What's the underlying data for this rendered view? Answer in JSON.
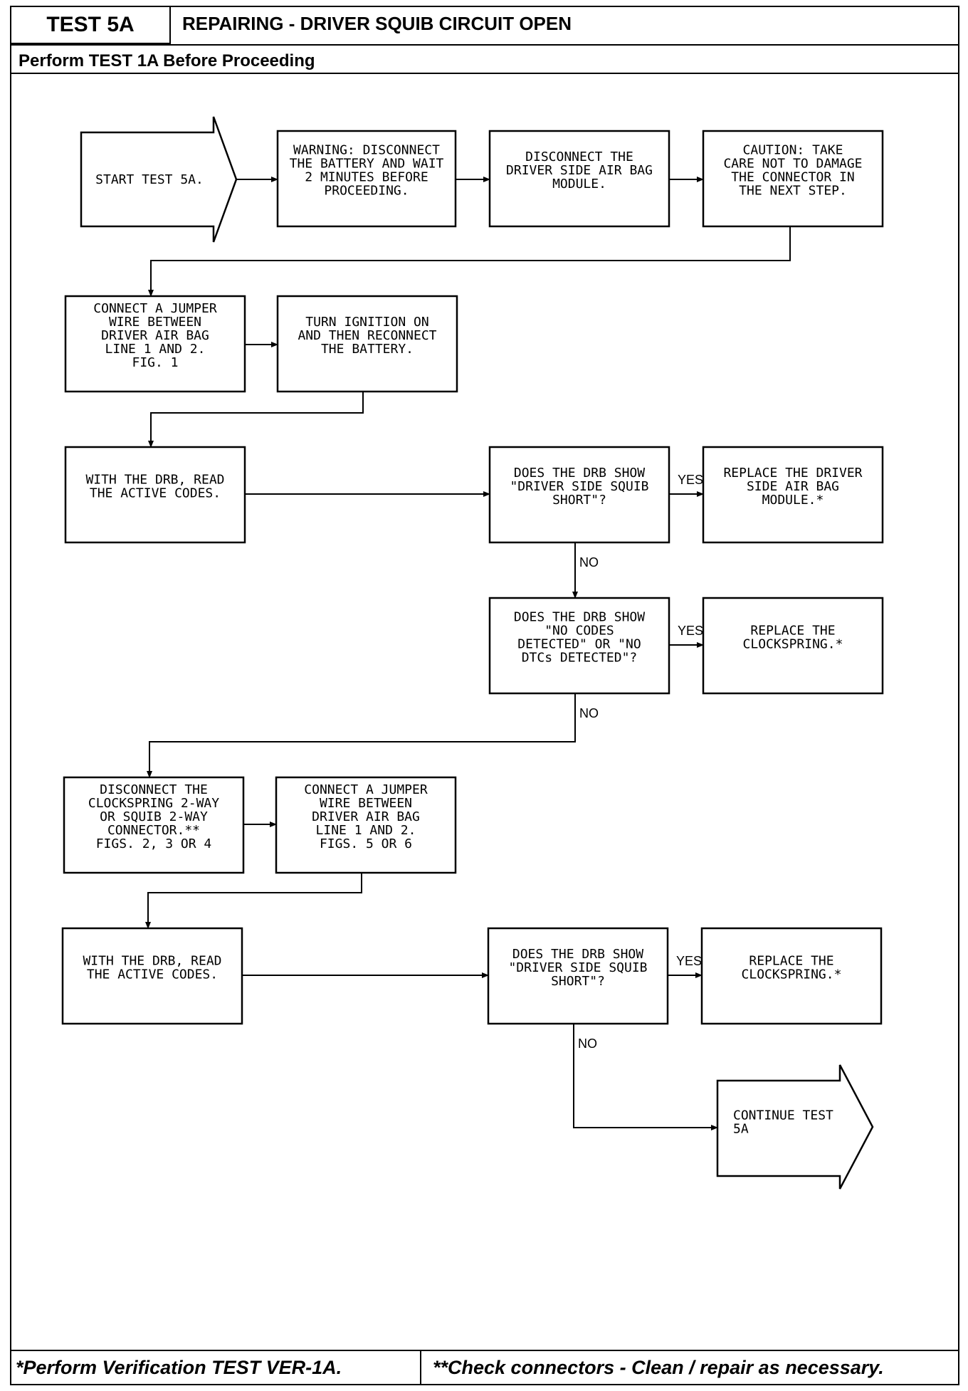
{
  "header": {
    "test_id": "TEST 5A",
    "title": "REPAIRING - DRIVER SQUIB CIRCUIT OPEN",
    "prerequisite": "Perform TEST 1A Before Proceeding"
  },
  "flowchart": {
    "start": "START TEST 5A.",
    "warning": [
      "WARNING: DISCONNECT",
      "THE BATTERY AND WAIT",
      "2 MINUTES BEFORE",
      "PROCEEDING."
    ],
    "disconnect_module": [
      "DISCONNECT THE",
      "DRIVER SIDE AIR BAG",
      "MODULE."
    ],
    "caution": [
      "CAUTION: TAKE",
      "CARE NOT TO DAMAGE",
      "THE CONNECTOR IN",
      "THE NEXT STEP."
    ],
    "jumper_1": [
      "CONNECT A JUMPER",
      "WIRE BETWEEN",
      "DRIVER AIR BAG",
      "LINE 1 AND 2.",
      "FIG. 1"
    ],
    "ignition_on": [
      "TURN IGNITION ON",
      "AND THEN RECONNECT",
      "THE BATTERY."
    ],
    "read_codes_1": [
      "WITH THE DRB, READ",
      "THE ACTIVE CODES."
    ],
    "question_1": [
      "DOES THE DRB SHOW",
      "\"DRIVER SIDE SQUIB",
      "SHORT\"?"
    ],
    "replace_module": [
      "REPLACE THE DRIVER",
      "SIDE AIR BAG",
      "MODULE.*"
    ],
    "question_2": [
      "DOES THE DRB SHOW",
      "\"NO CODES",
      "DETECTED\" OR \"NO",
      "DTCs DETECTED\"?"
    ],
    "replace_clockspring_1": [
      "REPLACE THE",
      "CLOCKSPRING.*"
    ],
    "disconnect_clockspring": [
      "DISCONNECT THE",
      "CLOCKSPRING 2-WAY",
      "OR SQUIB 2-WAY",
      "CONNECTOR.**",
      "FIGS. 2, 3 OR 4"
    ],
    "jumper_2": [
      "CONNECT A JUMPER",
      "WIRE BETWEEN",
      "DRIVER AIR BAG",
      "LINE 1 AND 2.",
      "FIGS. 5 OR 6"
    ],
    "read_codes_2": [
      "WITH THE DRB, READ",
      "THE ACTIVE CODES."
    ],
    "question_3": [
      "DOES THE DRB SHOW",
      "\"DRIVER SIDE SQUIB",
      "SHORT\"?"
    ],
    "replace_clockspring_2": [
      "REPLACE THE",
      "CLOCKSPRING.*"
    ],
    "continue": [
      "CONTINUE TEST",
      "5A"
    ],
    "yes": "YES",
    "no": "NO"
  },
  "footer": {
    "note_1": "*Perform Verification TEST VER-1A.",
    "note_2": "**Check connectors - Clean / repair as necessary."
  }
}
